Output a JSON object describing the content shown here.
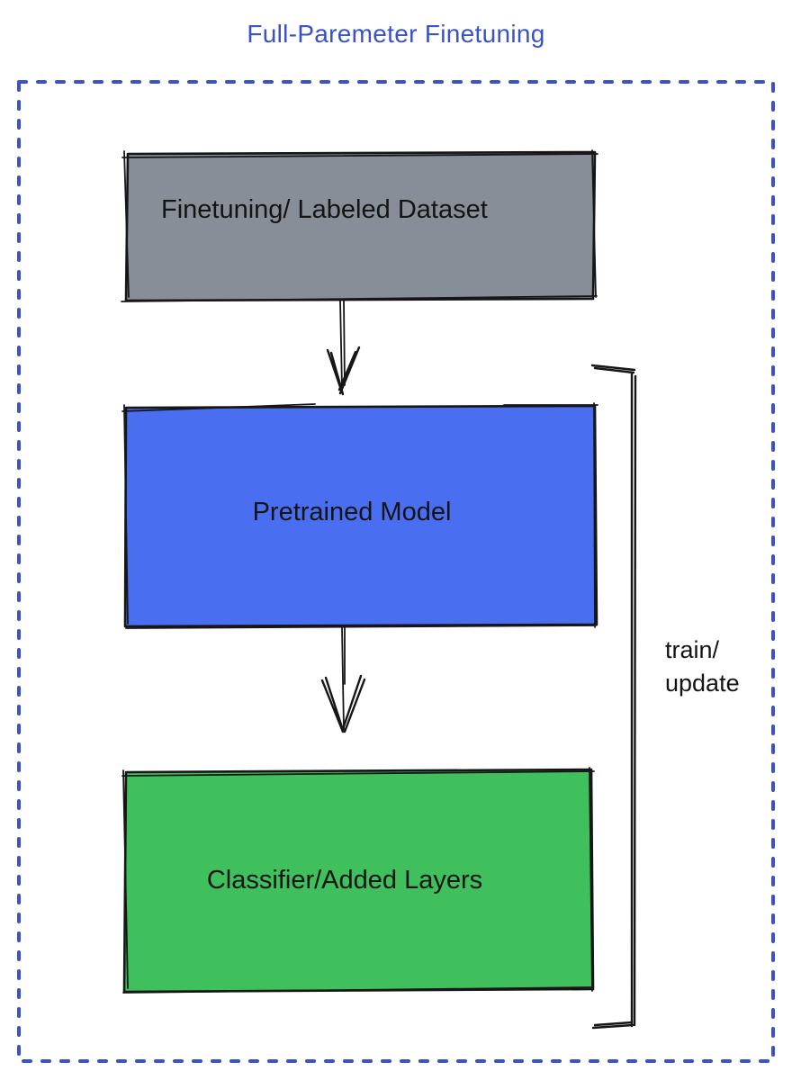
{
  "title": {
    "text": "Full-Paremeter Finetuning",
    "color": "#3a52c8"
  },
  "frame": {
    "style": "dashed",
    "border_color": "#3a52c8"
  },
  "diagram": {
    "type": "flowchart",
    "nodes": [
      {
        "id": "dataset",
        "label": "Finetuning/ Labeled Dataset",
        "fill": "#878e98"
      },
      {
        "id": "pretrained",
        "label": "Pretrained Model",
        "fill": "#4a6ef0"
      },
      {
        "id": "classifier",
        "label": "Classifier/Added Layers",
        "fill": "#3fc05c"
      }
    ],
    "edges": [
      {
        "from": "dataset",
        "to": "pretrained",
        "style": "arrow-down"
      },
      {
        "from": "pretrained",
        "to": "classifier",
        "style": "arrow-down"
      }
    ],
    "bracket": {
      "side": "right",
      "label_line1": "train/",
      "label_line2": "update",
      "spans": "pretrained and classifier"
    }
  }
}
